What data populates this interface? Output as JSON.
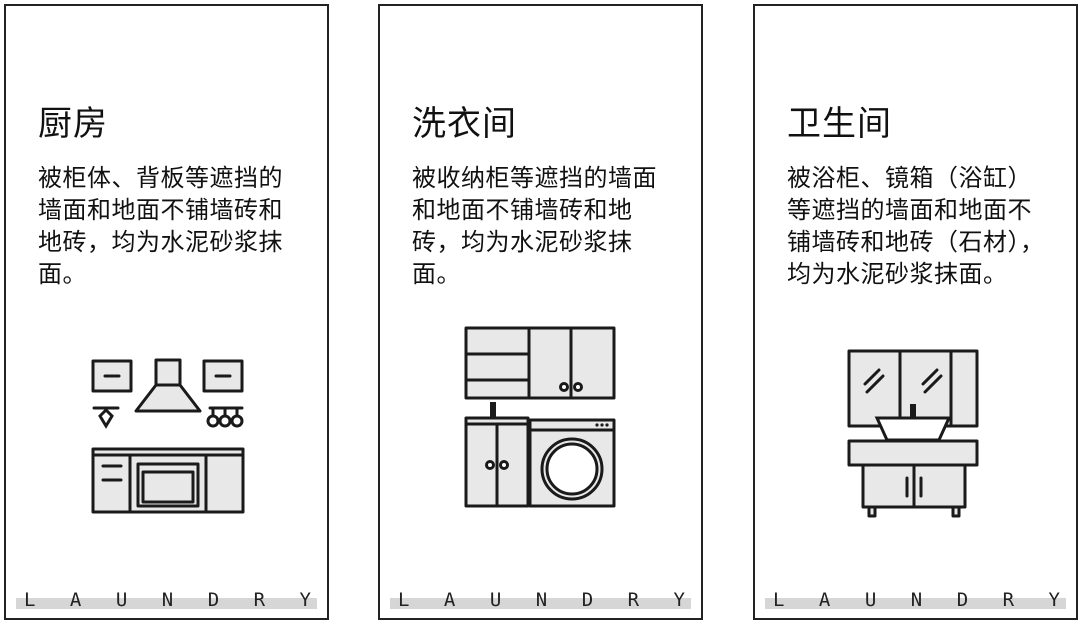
{
  "cards": [
    {
      "title": "厨房",
      "description": "被柜体、背板等遮挡的墙面和地面不铺墙砖和地砖，均为水泥砂浆抹面。",
      "footer_letters": [
        "L",
        "A",
        "U",
        "N",
        "D",
        "R",
        "Y"
      ],
      "illustration_icon": "kitchen-icon"
    },
    {
      "title": "洗衣间",
      "description": "被收纳柜等遮挡的墙面和地面不铺墙砖和地砖，均为水泥砂浆抹面。",
      "footer_letters": [
        "L",
        "A",
        "U",
        "N",
        "D",
        "R",
        "Y"
      ],
      "illustration_icon": "laundry-room-icon"
    },
    {
      "title": "卫生间",
      "description": "被浴柜、镜箱（浴缸）等遮挡的墙面和地面不铺墙砖和地砖（石材），均为水泥砂浆抹面。",
      "footer_letters": [
        "L",
        "A",
        "U",
        "N",
        "D",
        "R",
        "Y"
      ],
      "illustration_icon": "bathroom-icon"
    }
  ],
  "colors": {
    "border": "#222222",
    "footer_strip": "#d6d6d6",
    "icon_fill": "#e8e8e8"
  }
}
